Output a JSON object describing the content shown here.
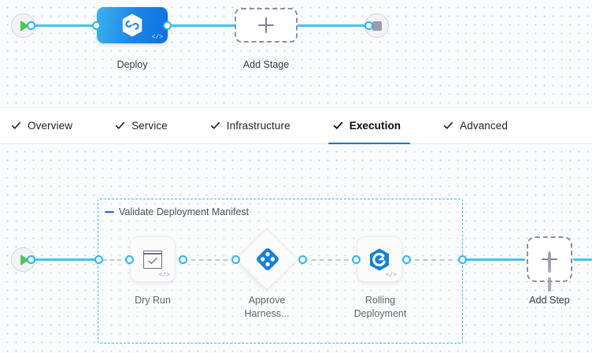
{
  "tabs": [
    {
      "label": "Overview",
      "icon": "check-icon",
      "active": false
    },
    {
      "label": "Service",
      "icon": "check-icon",
      "active": false
    },
    {
      "label": "Infrastructure",
      "icon": "check-icon",
      "active": false
    },
    {
      "label": "Execution",
      "icon": "check-icon",
      "active": true
    },
    {
      "label": "Advanced",
      "icon": "check-icon",
      "active": false
    }
  ],
  "stage_canvas": {
    "start_node": {
      "icon": "play-icon"
    },
    "end_node": {
      "icon": "stop-icon"
    },
    "stages": [
      {
        "label": "Deploy",
        "icon": "harness-hexagon-icon",
        "badge": "</>",
        "type": "stage"
      },
      {
        "label": "Add Stage",
        "icon": "plus-icon",
        "type": "add"
      }
    ]
  },
  "execution_canvas": {
    "start_node": {
      "icon": "play-icon"
    },
    "step_group": {
      "title": "Validate Deployment Manifest",
      "collapse_icon": "minus-icon",
      "steps": [
        {
          "label": "Dry Run",
          "icon": "dry-run-check-icon",
          "badge": "</>",
          "shape": "rounded"
        },
        {
          "label": "Approve\nHarness...",
          "icon": "approval-diamond-icon",
          "shape": "diamond"
        },
        {
          "label": "Rolling\nDeployment",
          "icon": "rolling-deployment-icon",
          "badge": "</>",
          "shape": "rounded"
        }
      ]
    },
    "add_step": {
      "label": "Add Step",
      "icon": "plus-icon"
    }
  },
  "colors": {
    "accent_blue": "#0278d5",
    "edge_blue": "#40c4f5",
    "port_blue": "#29b6f6",
    "stage_gradient_start": "#3bb0f0",
    "stage_gradient_end": "#0e6fe0",
    "group_border": "#33bdf2",
    "dashed_connector": "#b4b9c4",
    "canvas_bg": "#fafbfc",
    "grid_dot": "#ccd3e0",
    "play_green": "#4ec94e",
    "stop_gray": "#9a9cb0",
    "icon_blue": "#1680d8"
  }
}
